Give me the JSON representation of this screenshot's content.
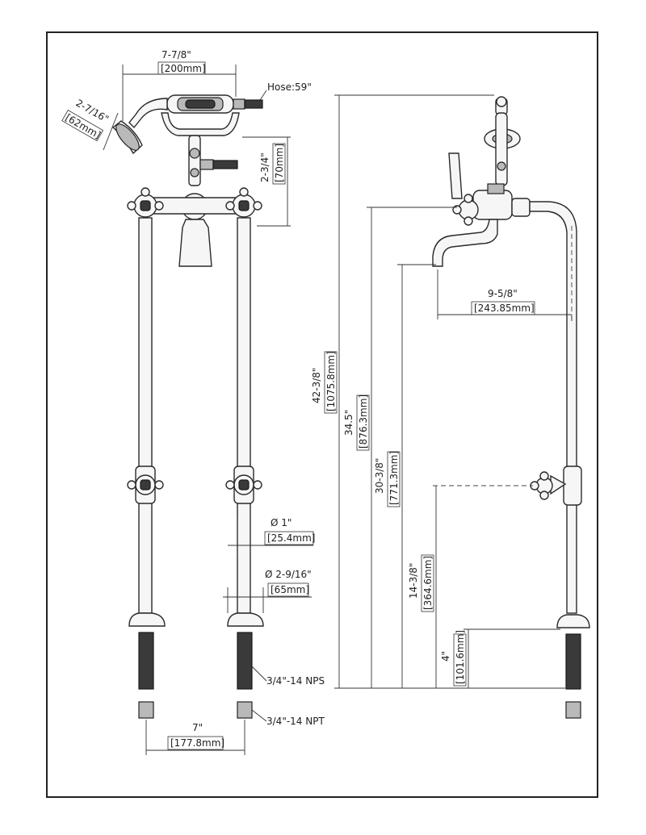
{
  "front_view": {
    "handshower_width": {
      "imperial": "7-7/8\"",
      "metric": "[200mm]"
    },
    "hose": "Hose:59\"",
    "showerhead_diameter": {
      "imperial": "2-7/16\"",
      "metric": "[62mm]"
    },
    "cradle_height": {
      "imperial": "2-3/4\"",
      "metric": "[70mm]"
    },
    "pipe_diameter": {
      "imperial": "Ø 1\"",
      "metric": "[25.4mm]"
    },
    "flange_diameter": {
      "imperial": "Ø 2-9/16\"",
      "metric": "[65mm]"
    },
    "supply_thread": "3/4\"-14 NPS",
    "nut_thread": "3/4\"-14 NPT",
    "center_spacing": {
      "imperial": "7\"",
      "metric": "[177.8mm]"
    }
  },
  "side_view": {
    "overall_height": {
      "imperial": "42-3/8\"",
      "metric": "[1075.8mm]"
    },
    "valve_height": {
      "imperial": "34.5\"",
      "metric": "[876.3mm]"
    },
    "spout_height": {
      "imperial": "30-3/8\"",
      "metric": "[771.3mm]"
    },
    "spout_reach": {
      "imperial": "9-5/8\"",
      "metric": "[243.85mm]"
    },
    "stop_valve_height": {
      "imperial": "14-3/8\"",
      "metric": "[364.6mm]"
    },
    "flange_height": {
      "imperial": "4\"",
      "metric": "[101.6mm]"
    }
  }
}
